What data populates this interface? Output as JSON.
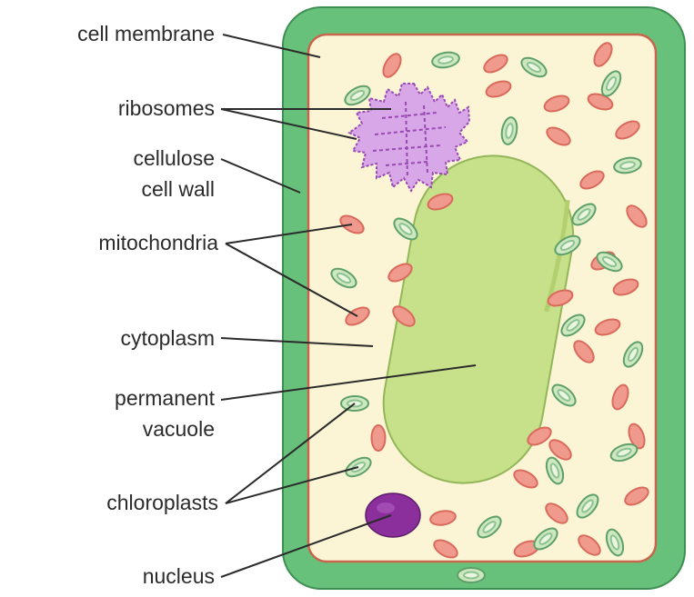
{
  "labels": {
    "cell_membrane": "cell membrane",
    "ribosomes": "ribosomes",
    "cellulose": "cellulose",
    "cell_wall": "cell wall",
    "mitochondria": "mitochondria",
    "cytoplasm": "cytoplasm",
    "permanent": "permanent",
    "vacuole": "vacuole",
    "chloroplasts": "chloroplasts",
    "nucleus": "nucleus"
  },
  "colors": {
    "cell_wall": "#67c17a",
    "cell_wall_outline": "#3f8f53",
    "membrane": "#c9654d",
    "cytoplasm": "#fbf5d6",
    "vacuole": "#c7e08a",
    "vacuole_outline": "#93b659",
    "mitochondria": "#ef9a8c",
    "mitochondria_outline": "#d96a5c",
    "chloroplasts": "#cde8bf",
    "chloroplasts_outline": "#5fa06a",
    "ribosomes": "#d7a7e8",
    "ribosomes_outline": "#9a48b4",
    "nucleus": "#8a2f9b",
    "label_text": "#2b2b2b"
  }
}
